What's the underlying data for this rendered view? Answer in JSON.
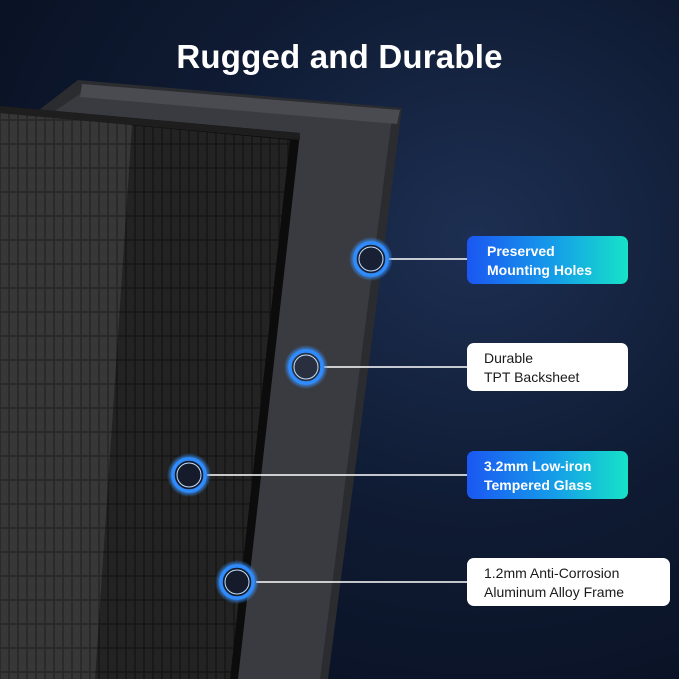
{
  "title": "Rugged and Durable",
  "callouts": [
    {
      "line1": "Preserved",
      "line2": "Mounting Holes",
      "style": "gradient"
    },
    {
      "line1": "Durable",
      "line2": "TPT Backsheet",
      "style": "white"
    },
    {
      "line1": "3.2mm Low-iron",
      "line2": "Tempered Glass",
      "style": "gradient"
    },
    {
      "line1": "1.2mm Anti-Corrosion",
      "line2": "Aluminum Alloy Frame",
      "style": "white"
    }
  ],
  "colors": {
    "marker_ring": "#2f8cff",
    "gradient_start": "#1b57f2",
    "gradient_end": "#17e3c8"
  }
}
